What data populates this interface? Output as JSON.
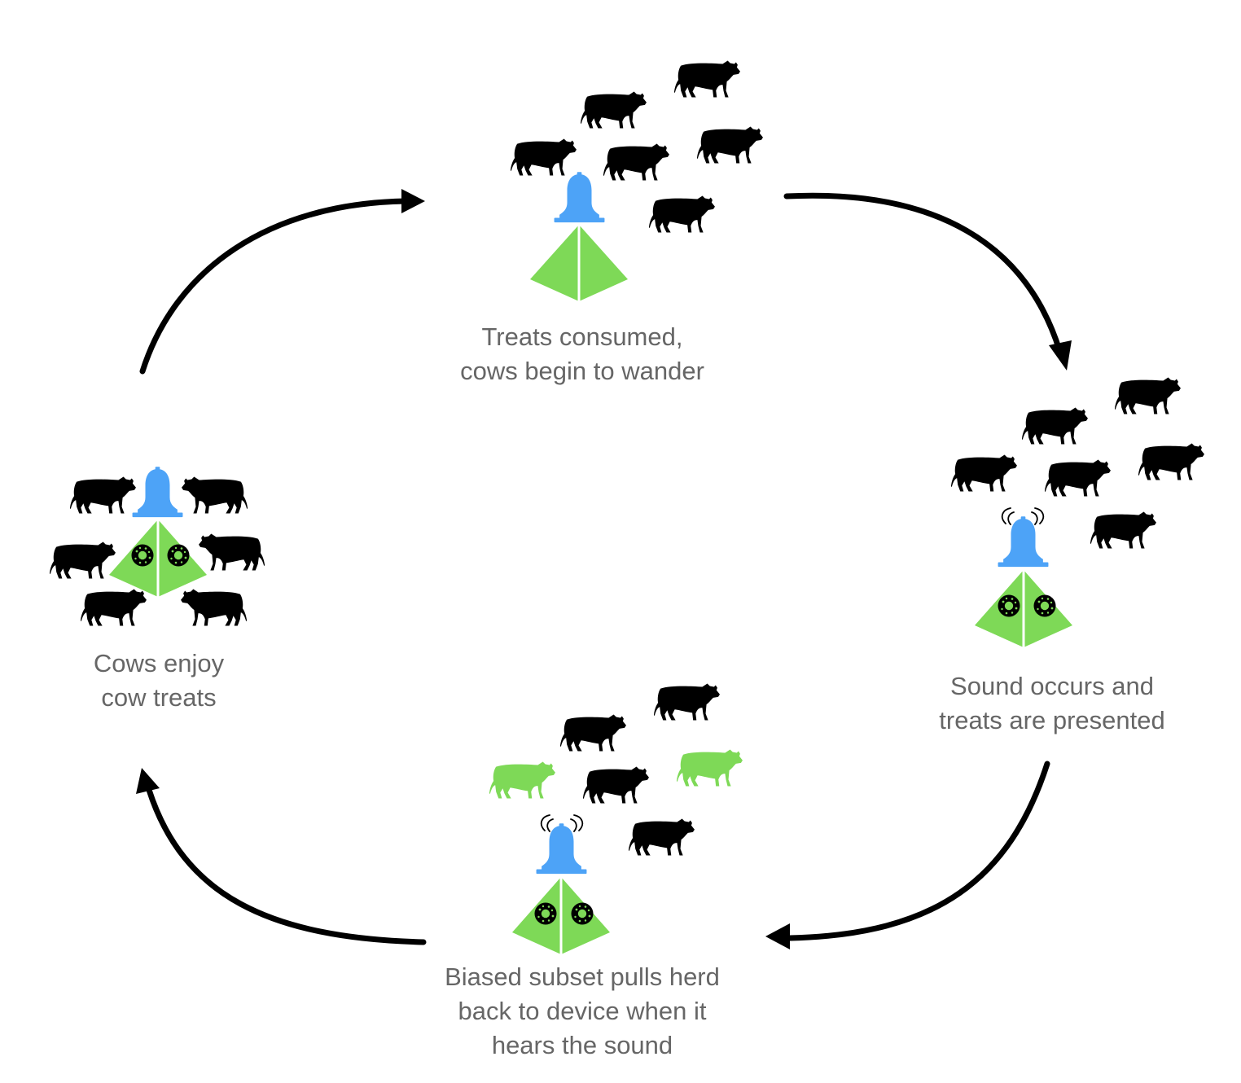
{
  "colors": {
    "cow": "#000000",
    "biased_cow": "#7ed957",
    "bell": "#4da3f7",
    "device": "#7ed957",
    "arrow": "#000000",
    "caption": "#666666"
  },
  "stages": {
    "top": {
      "caption": [
        "Treats consumed,",
        "cows begin to wander"
      ],
      "sound": false,
      "treats": false
    },
    "right": {
      "caption": [
        "Sound occurs and",
        "treats are presented"
      ],
      "sound": true,
      "treats": true
    },
    "bottom": {
      "caption": [
        "Biased subset pulls herd",
        "back to device when it",
        "hears the sound"
      ],
      "sound": true,
      "treats": true,
      "biased_cows": 2
    },
    "left": {
      "caption": [
        "Cows enjoy",
        "cow treats"
      ],
      "sound": false,
      "treats": true
    }
  },
  "icons": [
    "cow-icon",
    "bell-icon",
    "sound-waves-icon",
    "treat-donut-icon",
    "device-pyramid-icon",
    "cycle-arrow-icon"
  ]
}
